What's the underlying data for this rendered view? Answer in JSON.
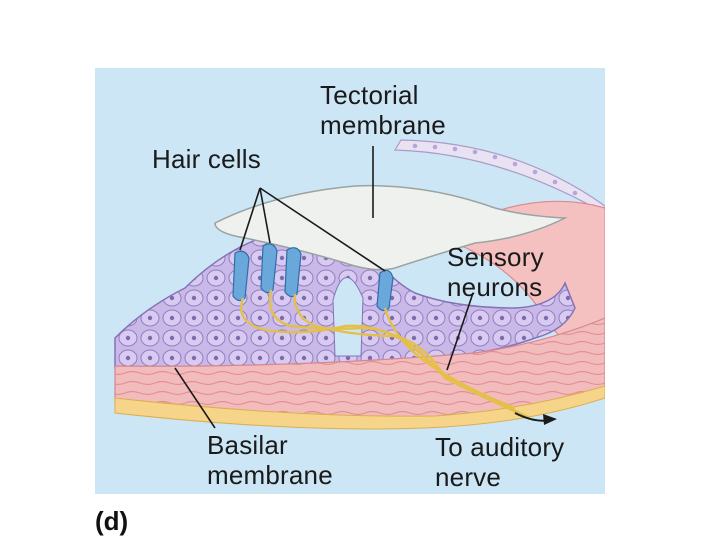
{
  "panel_letter": "(d)",
  "labels": {
    "tectorial": [
      "Tectorial",
      "membrane"
    ],
    "hair_cells": "Hair cells",
    "sensory": [
      "Sensory",
      "neurons"
    ],
    "basilar": [
      "Basilar",
      "membrane"
    ],
    "auditory": [
      "To auditory",
      "nerve"
    ]
  },
  "colors": {
    "background": "#cde6f6",
    "tectorial": "#eef0ee",
    "organ_cells": "#c9b7e6",
    "basilar_band": "#f2b8b8",
    "hair_cells": "#5f9fd6",
    "nerve_fibers": "#e2c24a"
  }
}
